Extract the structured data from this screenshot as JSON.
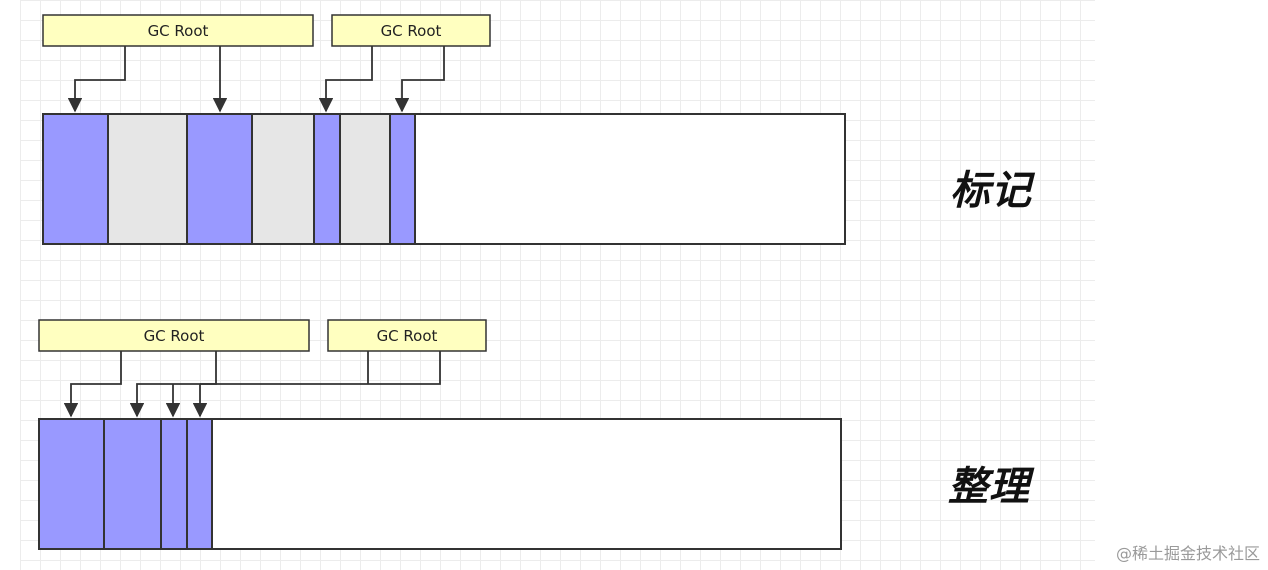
{
  "colors": {
    "root_fill": "#ffffc0",
    "live_object": "#9999ff",
    "garbage_object": "#e6e6e6",
    "free_space": "#ffffff",
    "stroke": "#333333"
  },
  "mark": {
    "title": "标记",
    "roots": [
      {
        "label": "GC Root"
      },
      {
        "label": "GC Root"
      }
    ],
    "blocks": [
      "live",
      "garbage",
      "live",
      "garbage",
      "live",
      "garbage",
      "live",
      "free"
    ]
  },
  "compact": {
    "title": "整理",
    "roots": [
      {
        "label": "GC Root"
      },
      {
        "label": "GC Root"
      }
    ],
    "blocks": [
      "live",
      "live",
      "live",
      "live",
      "free"
    ]
  },
  "watermark": "@稀土掘金技术社区"
}
